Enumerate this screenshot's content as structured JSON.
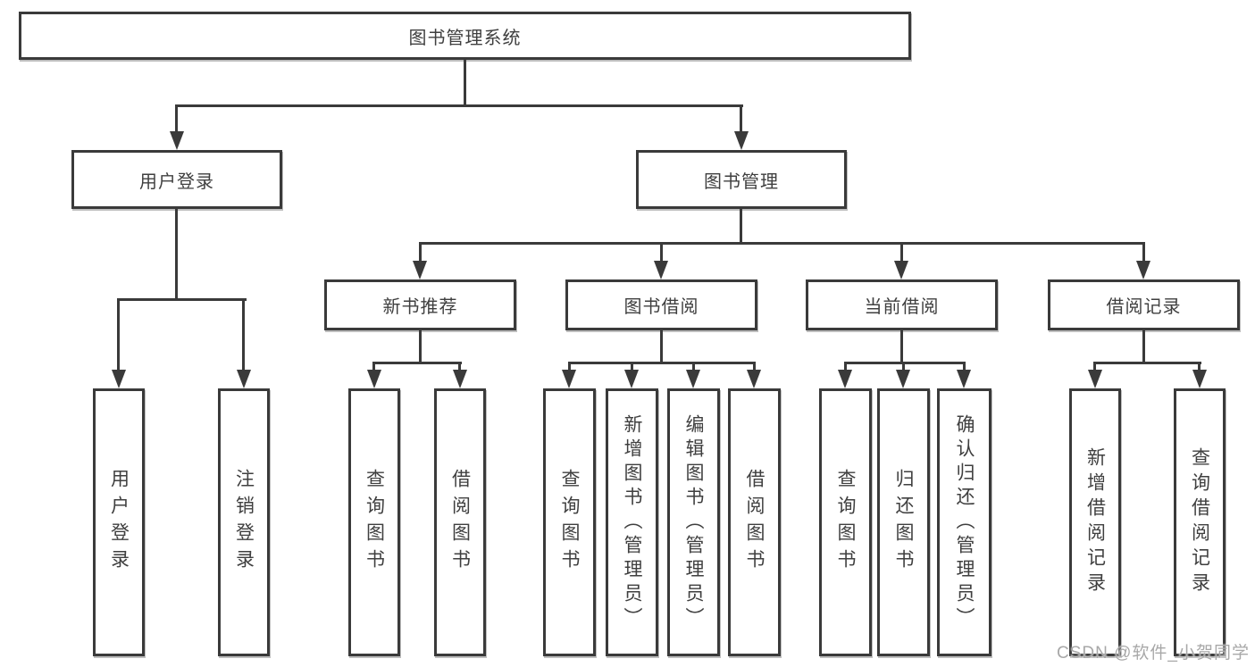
{
  "diagram": {
    "root": "图书管理系统",
    "level1": [
      {
        "label": "用户登录",
        "leaves": [
          "用户登录",
          "注销登录"
        ]
      },
      {
        "label": "图书管理",
        "groups": [
          {
            "label": "新书推荐",
            "leaves": [
              "查询图书",
              "借阅图书"
            ]
          },
          {
            "label": "图书借阅",
            "leaves": [
              "查询图书",
              "新增图书（管理员）",
              "编辑图书（管理员）",
              "借阅图书"
            ]
          },
          {
            "label": "当前借阅",
            "leaves": [
              "查询图书",
              "归还图书",
              "确认归还（管理员）"
            ]
          },
          {
            "label": "借阅记录",
            "leaves": [
              "新增借阅记录",
              "查询借阅记录"
            ]
          }
        ]
      }
    ]
  },
  "watermark": "CSDN @软件_小贺同学",
  "colors": {
    "line": "#3a3a3a",
    "text": "#3f3f3f",
    "background": "#ffffff",
    "watermark": "#a8a8a8"
  }
}
